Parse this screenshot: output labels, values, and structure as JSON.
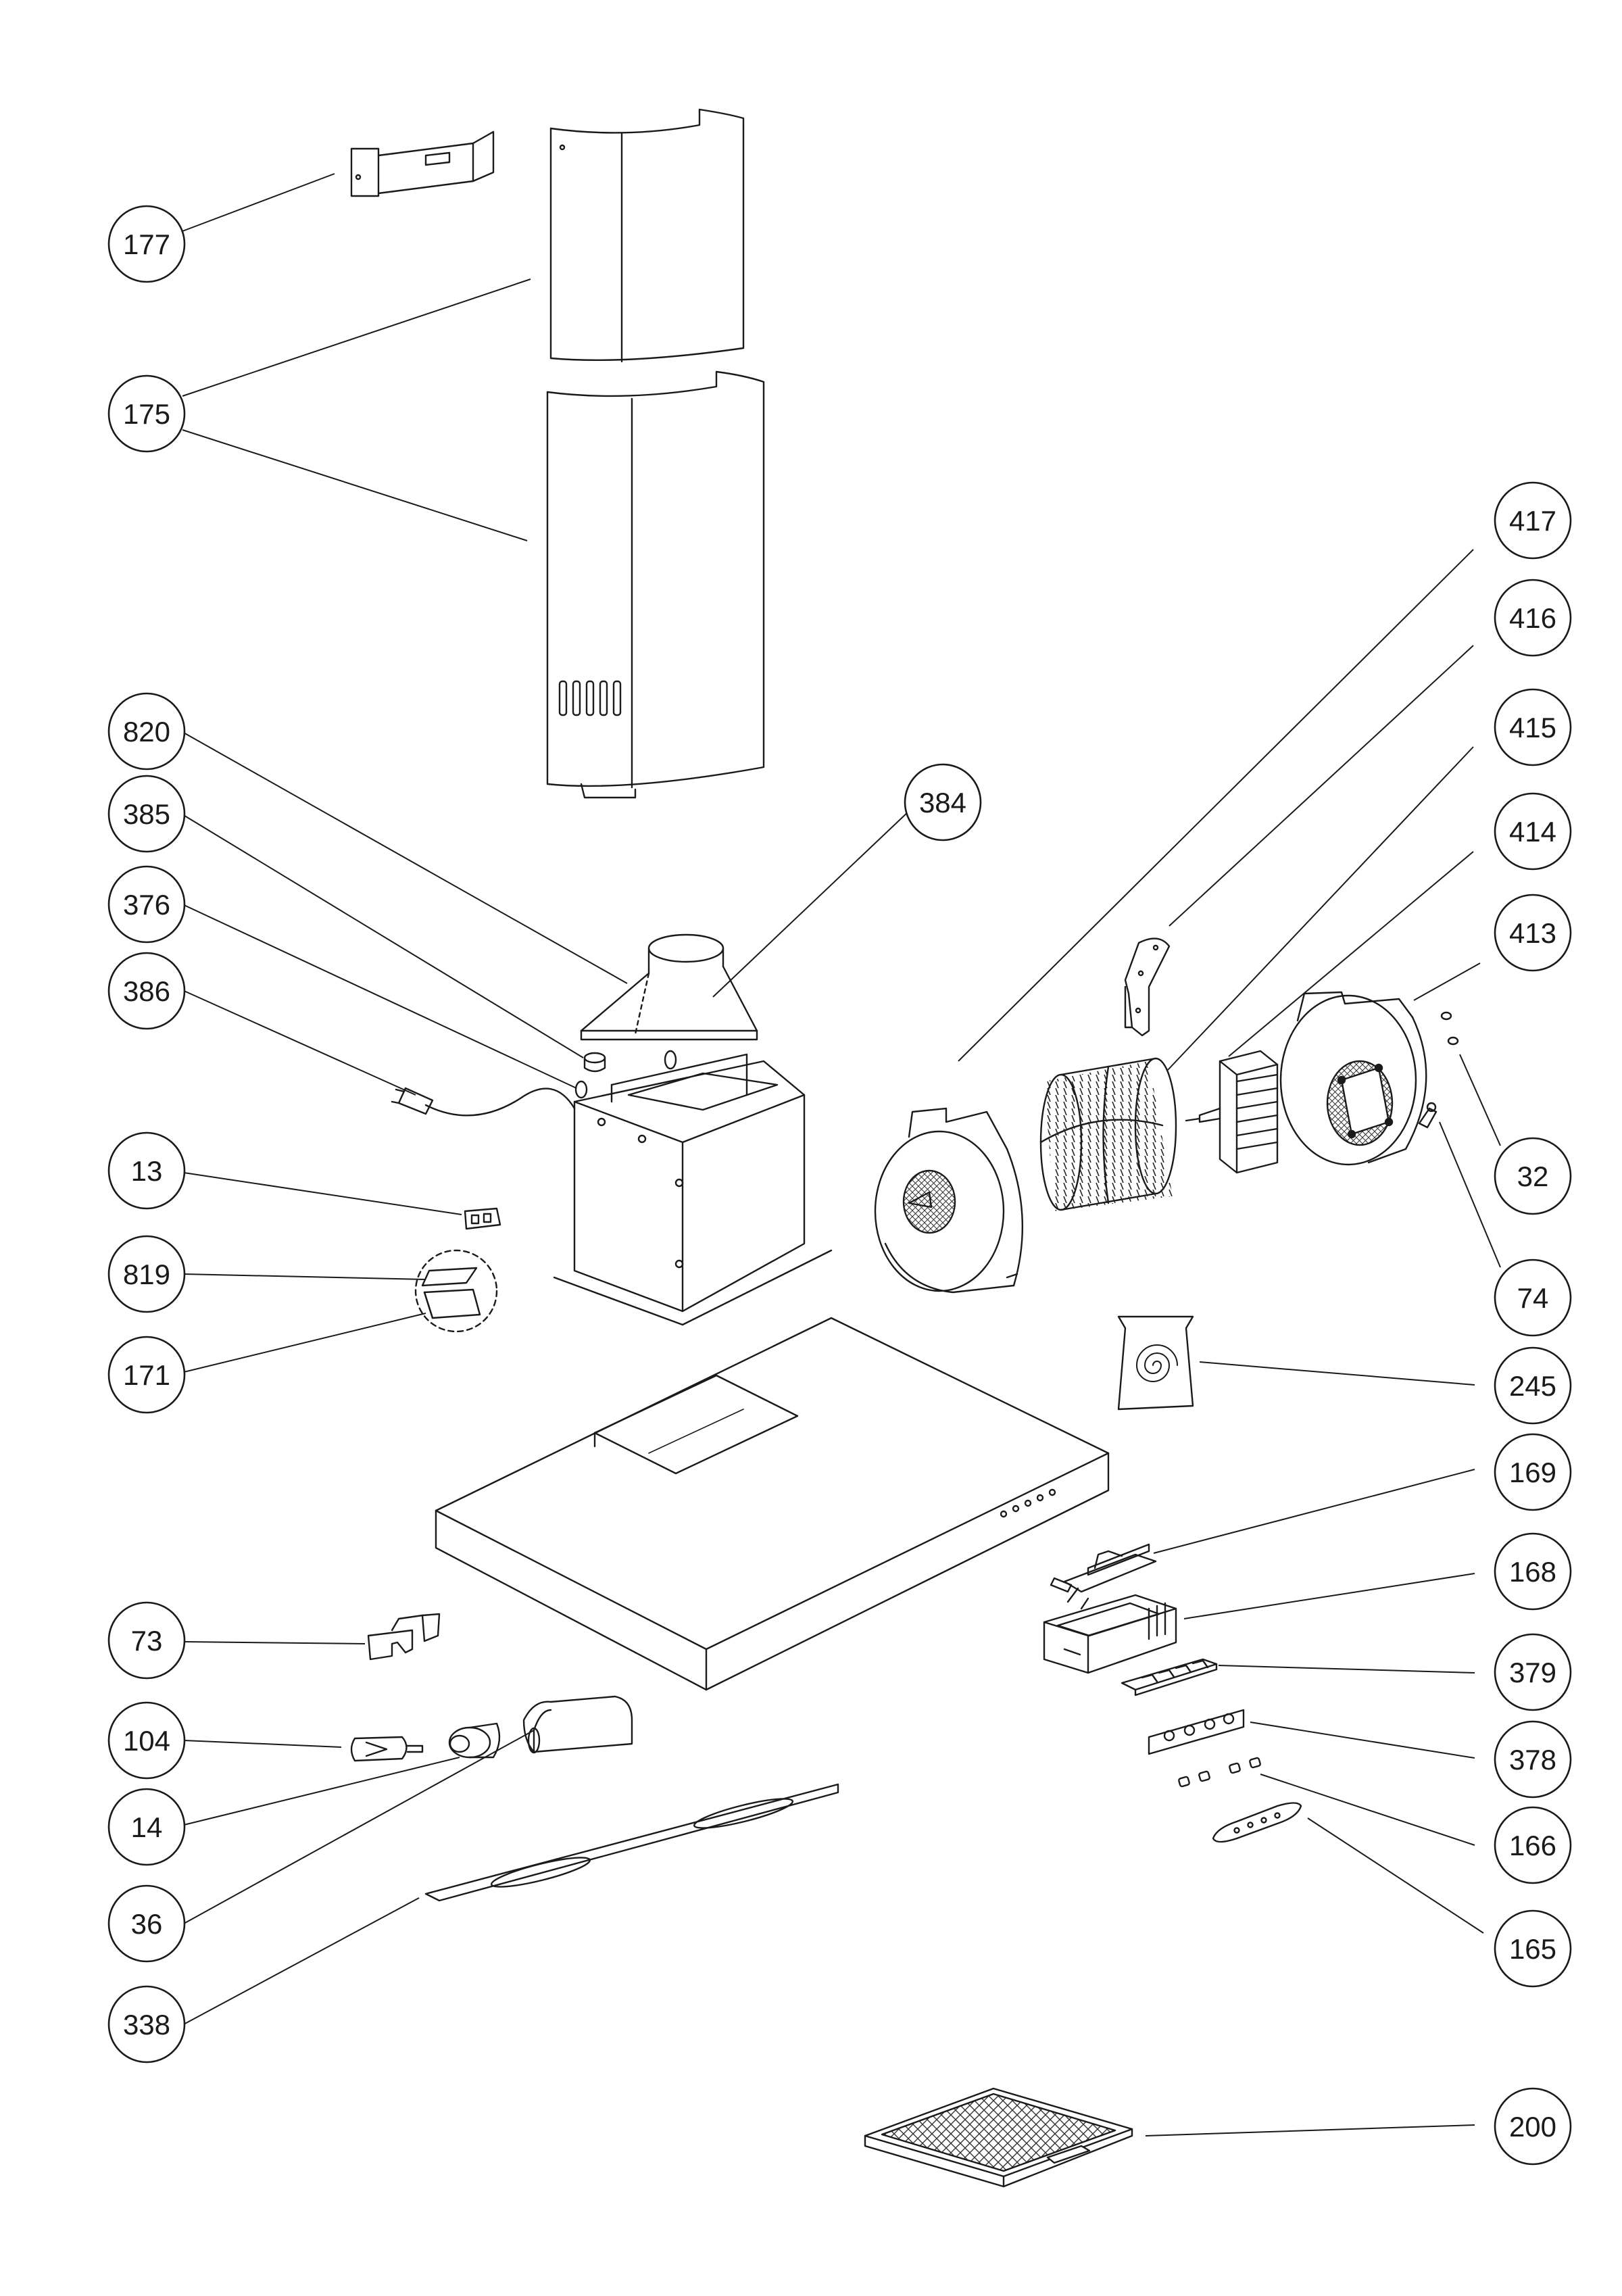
{
  "diagram": {
    "callouts": [
      {
        "id": "c177",
        "label": "177"
      },
      {
        "id": "c175",
        "label": "175"
      },
      {
        "id": "c820",
        "label": "820"
      },
      {
        "id": "c385",
        "label": "385"
      },
      {
        "id": "c376",
        "label": "376"
      },
      {
        "id": "c386",
        "label": "386"
      },
      {
        "id": "c13",
        "label": "13"
      },
      {
        "id": "c819",
        "label": "819"
      },
      {
        "id": "c171",
        "label": "171"
      },
      {
        "id": "c73",
        "label": "73"
      },
      {
        "id": "c104",
        "label": "104"
      },
      {
        "id": "c14",
        "label": "14"
      },
      {
        "id": "c36",
        "label": "36"
      },
      {
        "id": "c338",
        "label": "338"
      },
      {
        "id": "c384",
        "label": "384"
      },
      {
        "id": "c417",
        "label": "417"
      },
      {
        "id": "c416",
        "label": "416"
      },
      {
        "id": "c415",
        "label": "415"
      },
      {
        "id": "c414",
        "label": "414"
      },
      {
        "id": "c413",
        "label": "413"
      },
      {
        "id": "c32",
        "label": "32"
      },
      {
        "id": "c74",
        "label": "74"
      },
      {
        "id": "c245",
        "label": "245"
      },
      {
        "id": "c169",
        "label": "169"
      },
      {
        "id": "c168",
        "label": "168"
      },
      {
        "id": "c379",
        "label": "379"
      },
      {
        "id": "c378",
        "label": "378"
      },
      {
        "id": "c166",
        "label": "166"
      },
      {
        "id": "c165",
        "label": "165"
      },
      {
        "id": "c200",
        "label": "200"
      }
    ]
  }
}
